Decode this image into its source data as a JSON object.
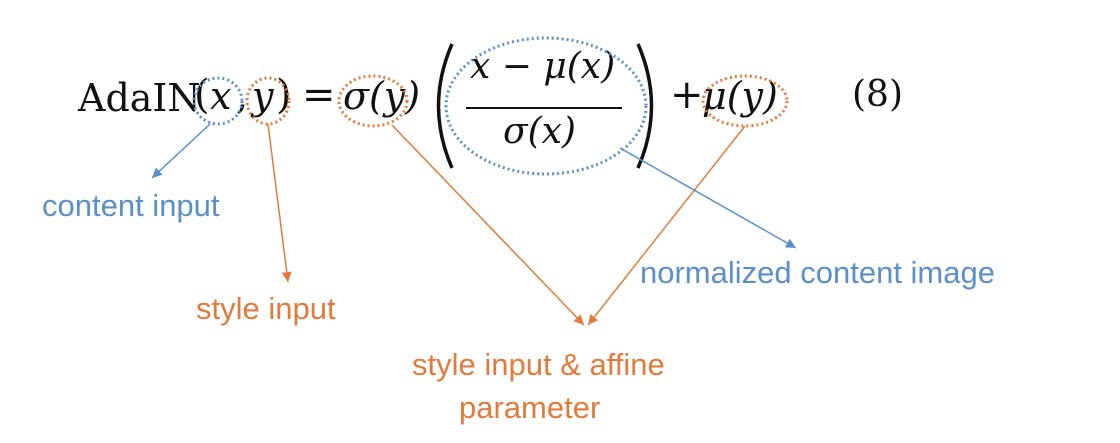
{
  "equation": {
    "func": "AdaIN",
    "lparen": "(",
    "arg_x": "x",
    "comma": ",",
    "arg_y": "y",
    "rparen": ")",
    "equals": "=",
    "sigma_y": "σ(y)",
    "numerator": "x − μ(x)",
    "denominator": "σ(x)",
    "plus": "+",
    "mu_y": "μ(y)",
    "number": "(8)"
  },
  "labels": {
    "content_input": "content input",
    "style_input": "style input",
    "style_affine_line1": "style input & affine",
    "style_affine_line2": "parameter",
    "normalized": "normalized content image"
  },
  "colors": {
    "blue": "#5b8fc9",
    "orange": "#e07b3c"
  }
}
